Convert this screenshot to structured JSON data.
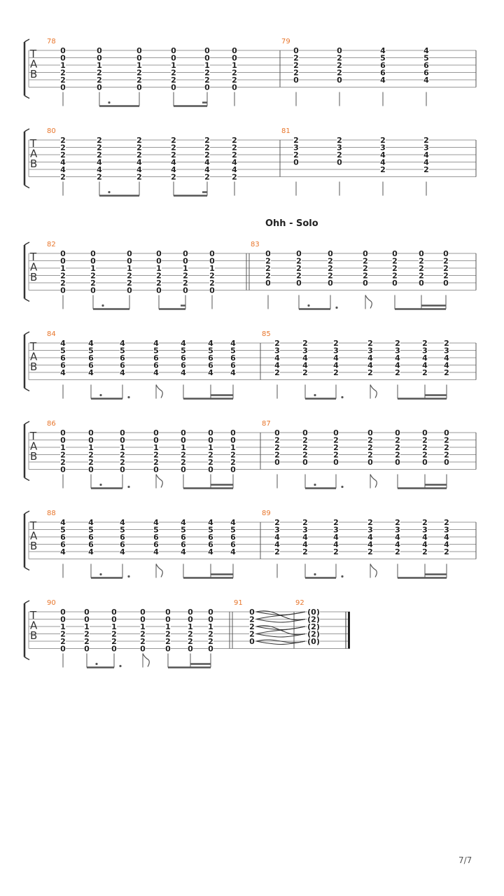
{
  "section_label": "Ohh - Solo",
  "page_number": "7/7",
  "tab_letters": [
    "T",
    "A",
    "B"
  ],
  "colors": {
    "measure_number": "#e8762c",
    "staff": "#999999",
    "notes": "#222222"
  },
  "systems": [
    {
      "measures": [
        {
          "number": "78",
          "chords": [
            [
              "0",
              "0",
              "1",
              "2",
              "2",
              "0"
            ],
            [
              "0",
              "0",
              "1",
              "2",
              "2",
              "0"
            ],
            [
              "0",
              "0",
              "1",
              "2",
              "2",
              "0"
            ],
            [
              "0",
              "0",
              "1",
              "2",
              "2",
              "0"
            ],
            [
              "0",
              "0",
              "1",
              "2",
              "2",
              "0"
            ],
            [
              "0",
              "0",
              "1",
              "2",
              "2",
              "0"
            ]
          ]
        },
        {
          "number": "79",
          "chords": [
            [
              "0",
              "2",
              "2",
              "2",
              "0",
              ""
            ],
            [
              "0",
              "2",
              "2",
              "2",
              "0",
              ""
            ],
            [
              "4",
              "5",
              "6",
              "6",
              "4",
              ""
            ],
            [
              "4",
              "5",
              "6",
              "6",
              "4",
              ""
            ]
          ]
        }
      ]
    },
    {
      "measures": [
        {
          "number": "80",
          "chords": [
            [
              "2",
              "2",
              "2",
              "4",
              "4",
              "2"
            ],
            [
              "2",
              "2",
              "2",
              "4",
              "4",
              "2"
            ],
            [
              "2",
              "2",
              "2",
              "4",
              "4",
              "2"
            ],
            [
              "2",
              "2",
              "2",
              "4",
              "4",
              "2"
            ],
            [
              "2",
              "2",
              "2",
              "4",
              "4",
              "2"
            ],
            [
              "2",
              "2",
              "2",
              "4",
              "4",
              "2"
            ]
          ]
        },
        {
          "number": "81",
          "chords": [
            [
              "2",
              "3",
              "2",
              "0",
              "",
              ""
            ],
            [
              "2",
              "3",
              "2",
              "0",
              "",
              ""
            ],
            [
              "2",
              "3",
              "4",
              "4",
              "2",
              ""
            ],
            [
              "2",
              "3",
              "4",
              "4",
              "2",
              ""
            ]
          ]
        }
      ]
    },
    {
      "measures": [
        {
          "number": "82",
          "chords": [
            [
              "0",
              "0",
              "1",
              "2",
              "2",
              "0"
            ],
            [
              "0",
              "0",
              "1",
              "2",
              "2",
              "0"
            ],
            [
              "0",
              "0",
              "1",
              "2",
              "2",
              "0"
            ],
            [
              "0",
              "0",
              "1",
              "2",
              "2",
              "0"
            ],
            [
              "0",
              "0",
              "1",
              "2",
              "2",
              "0"
            ],
            [
              "0",
              "0",
              "1",
              "2",
              "2",
              "0"
            ]
          ]
        },
        {
          "number": "83",
          "chords": [
            [
              "0",
              "2",
              "2",
              "2",
              "0",
              ""
            ],
            [
              "0",
              "2",
              "2",
              "2",
              "0",
              ""
            ],
            [
              "0",
              "2",
              "2",
              "2",
              "0",
              ""
            ],
            [
              "0",
              "2",
              "2",
              "2",
              "0",
              ""
            ],
            [
              "0",
              "2",
              "2",
              "2",
              "0",
              ""
            ],
            [
              "0",
              "2",
              "2",
              "2",
              "0",
              ""
            ],
            [
              "0",
              "2",
              "2",
              "2",
              "0",
              ""
            ]
          ]
        }
      ]
    },
    {
      "measures": [
        {
          "number": "84",
          "chords": [
            [
              "4",
              "5",
              "6",
              "6",
              "4",
              ""
            ],
            [
              "4",
              "5",
              "6",
              "6",
              "4",
              ""
            ],
            [
              "4",
              "5",
              "6",
              "6",
              "4",
              ""
            ],
            [
              "4",
              "5",
              "6",
              "6",
              "4",
              ""
            ],
            [
              "4",
              "5",
              "6",
              "6",
              "4",
              ""
            ],
            [
              "4",
              "5",
              "6",
              "6",
              "4",
              ""
            ],
            [
              "4",
              "5",
              "6",
              "6",
              "4",
              ""
            ]
          ]
        },
        {
          "number": "85",
          "chords": [
            [
              "2",
              "3",
              "4",
              "4",
              "2",
              ""
            ],
            [
              "2",
              "3",
              "4",
              "4",
              "2",
              ""
            ],
            [
              "2",
              "3",
              "4",
              "4",
              "2",
              ""
            ],
            [
              "2",
              "3",
              "4",
              "4",
              "2",
              ""
            ],
            [
              "2",
              "3",
              "4",
              "4",
              "2",
              ""
            ],
            [
              "2",
              "3",
              "4",
              "4",
              "2",
              ""
            ],
            [
              "2",
              "3",
              "4",
              "4",
              "2",
              ""
            ]
          ]
        }
      ]
    },
    {
      "measures": [
        {
          "number": "86",
          "chords": [
            [
              "0",
              "0",
              "1",
              "2",
              "2",
              "0"
            ],
            [
              "0",
              "0",
              "1",
              "2",
              "2",
              "0"
            ],
            [
              "0",
              "0",
              "1",
              "2",
              "2",
              "0"
            ],
            [
              "0",
              "0",
              "1",
              "2",
              "2",
              "0"
            ],
            [
              "0",
              "0",
              "1",
              "2",
              "2",
              "0"
            ],
            [
              "0",
              "0",
              "1",
              "2",
              "2",
              "0"
            ],
            [
              "0",
              "0",
              "1",
              "2",
              "2",
              "0"
            ]
          ]
        },
        {
          "number": "87",
          "chords": [
            [
              "0",
              "2",
              "2",
              "2",
              "0",
              ""
            ],
            [
              "0",
              "2",
              "2",
              "2",
              "0",
              ""
            ],
            [
              "0",
              "2",
              "2",
              "2",
              "0",
              ""
            ],
            [
              "0",
              "2",
              "2",
              "2",
              "0",
              ""
            ],
            [
              "0",
              "2",
              "2",
              "2",
              "0",
              ""
            ],
            [
              "0",
              "2",
              "2",
              "2",
              "0",
              ""
            ],
            [
              "0",
              "2",
              "2",
              "2",
              "0",
              ""
            ]
          ]
        }
      ]
    },
    {
      "measures": [
        {
          "number": "88",
          "chords": [
            [
              "4",
              "5",
              "6",
              "6",
              "4",
              ""
            ],
            [
              "4",
              "5",
              "6",
              "6",
              "4",
              ""
            ],
            [
              "4",
              "5",
              "6",
              "6",
              "4",
              ""
            ],
            [
              "4",
              "5",
              "6",
              "6",
              "4",
              ""
            ],
            [
              "4",
              "5",
              "6",
              "6",
              "4",
              ""
            ],
            [
              "4",
              "5",
              "6",
              "6",
              "4",
              ""
            ],
            [
              "4",
              "5",
              "6",
              "6",
              "4",
              ""
            ]
          ]
        },
        {
          "number": "89",
          "chords": [
            [
              "2",
              "3",
              "4",
              "4",
              "2",
              ""
            ],
            [
              "2",
              "3",
              "4",
              "4",
              "2",
              ""
            ],
            [
              "2",
              "3",
              "4",
              "4",
              "2",
              ""
            ],
            [
              "2",
              "3",
              "4",
              "4",
              "2",
              ""
            ],
            [
              "2",
              "3",
              "4",
              "4",
              "2",
              ""
            ],
            [
              "2",
              "3",
              "4",
              "4",
              "2",
              ""
            ],
            [
              "2",
              "3",
              "4",
              "4",
              "2",
              ""
            ]
          ]
        }
      ]
    },
    {
      "measures": [
        {
          "number": "90",
          "chords": [
            [
              "0",
              "0",
              "1",
              "2",
              "2",
              "0"
            ],
            [
              "0",
              "0",
              "1",
              "2",
              "2",
              "0"
            ],
            [
              "0",
              "0",
              "1",
              "2",
              "2",
              "0"
            ],
            [
              "0",
              "0",
              "1",
              "2",
              "2",
              "0"
            ],
            [
              "0",
              "0",
              "1",
              "2",
              "2",
              "0"
            ],
            [
              "0",
              "0",
              "1",
              "2",
              "2",
              "0"
            ],
            [
              "0",
              "0",
              "1",
              "2",
              "2",
              "0"
            ]
          ]
        },
        {
          "number": "91",
          "chords": [
            [
              "0",
              "2",
              "2",
              "2",
              "0",
              ""
            ]
          ]
        },
        {
          "number": "92",
          "chords": [
            [
              "(0)",
              "(2)",
              "(2)",
              "(2)",
              "(0)",
              ""
            ]
          ]
        }
      ]
    }
  ]
}
